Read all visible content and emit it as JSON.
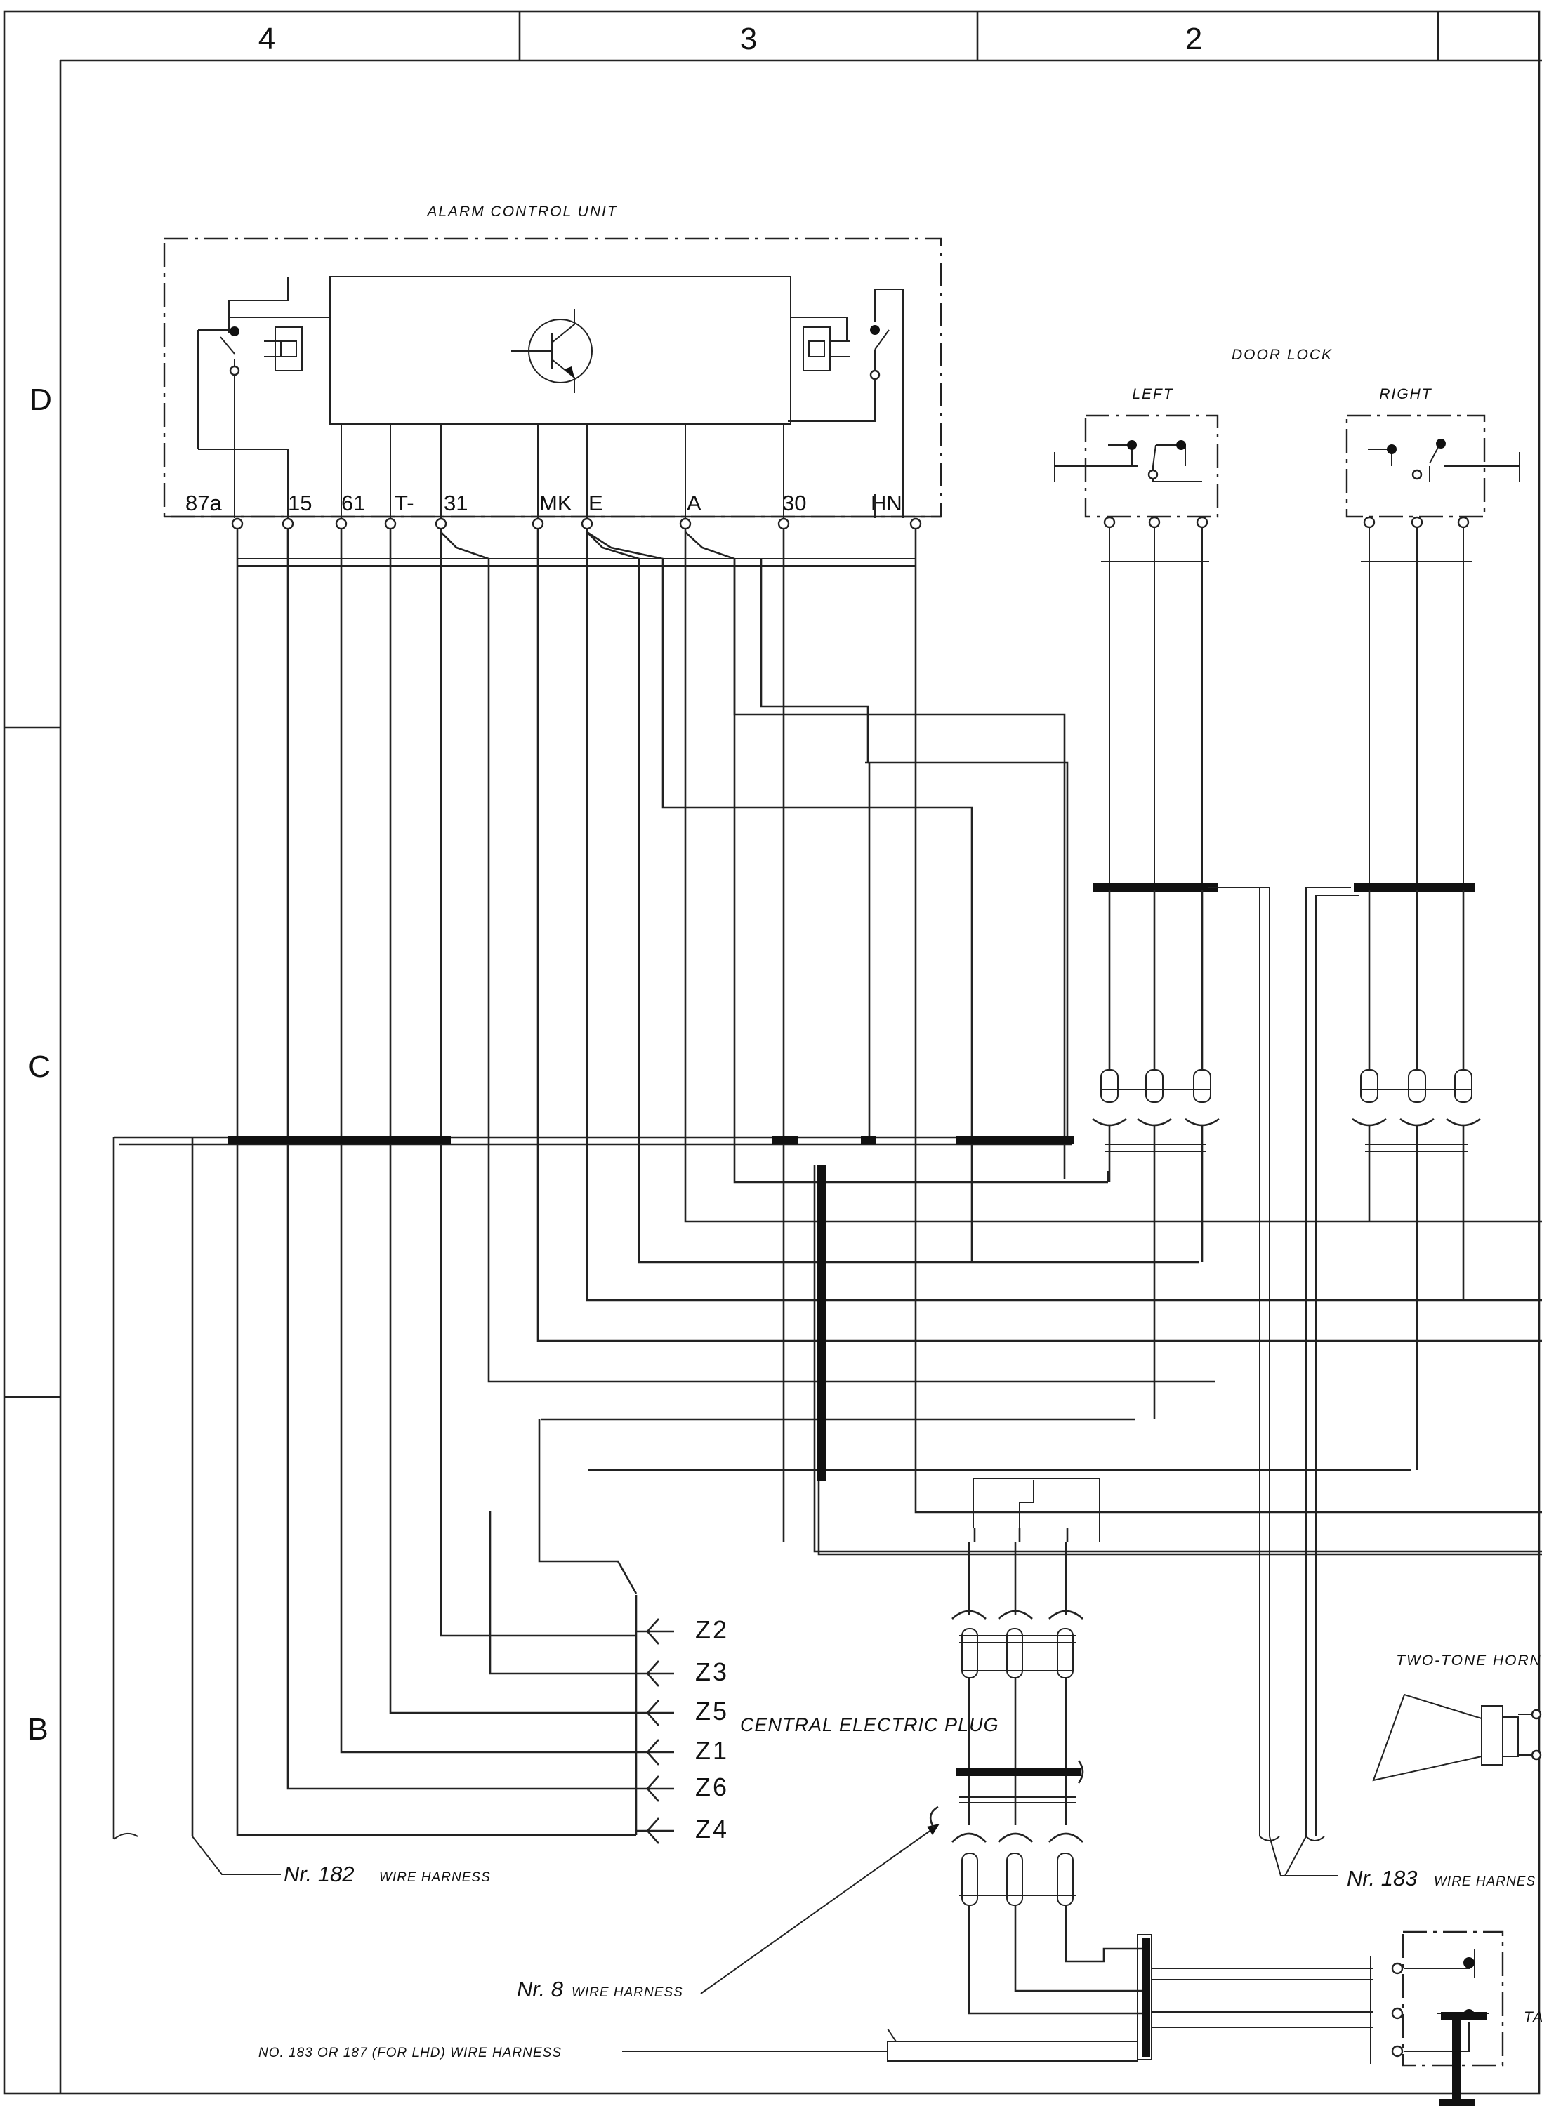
{
  "zones": {
    "columns": [
      "4",
      "3",
      "2"
    ],
    "rows": [
      "D",
      "C",
      "B"
    ]
  },
  "alarm_control_unit": {
    "title": "ALARM CONTROL UNIT",
    "pins": [
      "87a",
      "15",
      "61",
      "T-",
      "31",
      "MK",
      "E",
      "A",
      "30",
      "HN"
    ]
  },
  "door_lock": {
    "title": "DOOR LOCK",
    "left": "LEFT",
    "right": "RIGHT"
  },
  "plug": {
    "title": "CENTRAL ELECTRIC PLUG",
    "contacts": [
      "Z2",
      "Z3",
      "Z5",
      "Z1",
      "Z6",
      "Z4"
    ]
  },
  "horns": {
    "title": "TWO-TONE HORNS"
  },
  "cut_off_label": "TA",
  "harness": {
    "h182": {
      "nr": "Nr. 182",
      "label": "WIRE HARNESS"
    },
    "h8": {
      "nr": "Nr. 8",
      "label": "WIRE HARNESS"
    },
    "h183": {
      "nr": "Nr. 183",
      "label": "WIRE HARNES"
    },
    "h183_187": "NO. 183 OR 187 (FOR LHD) WIRE HARNESS"
  }
}
